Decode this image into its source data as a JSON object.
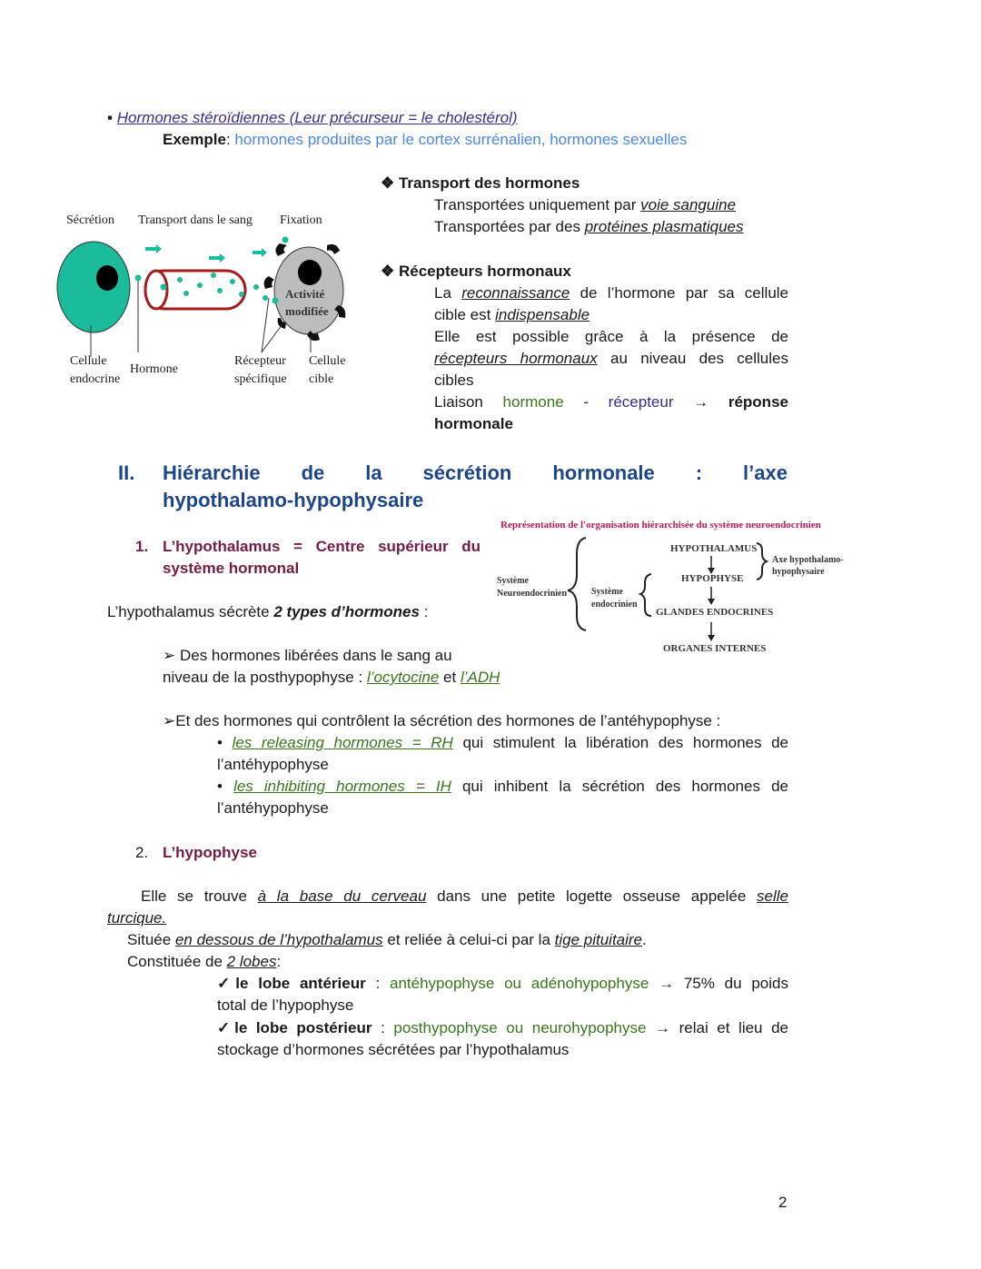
{
  "steroid": {
    "bullet": "▪",
    "title": "Hormones stéroïdiennes (Leur précurseur = le cholestérol)",
    "example_label": "Exemple",
    "example_sep": ":",
    "example_text": "hormones produites par le cortex surrénalien, hormones sexuelles"
  },
  "figure1": {
    "secretion": "Sécrétion",
    "transport": "Transport dans le sang",
    "fixation": "Fixation",
    "activite1": "Activité",
    "activite2": "modifiée",
    "cellule_endocrine1": "Cellule",
    "cellule_endocrine2": "endocrine",
    "hormone": "Hormone",
    "recepteur1": "Récepteur",
    "recepteur2": "spécifique",
    "cellule_cible1": "Cellule",
    "cellule_cible2": "cible"
  },
  "transport": {
    "title": "Transport des hormones",
    "l1_pre": "Transportées uniquement par ",
    "l1_u": "voie sanguine",
    "l2_pre": "Transportées par des ",
    "l2_u": "protéines plasmatiques"
  },
  "recepteurs": {
    "title": "Récepteurs hormonaux",
    "l1_a": "La",
    "l1_u": "reconnaissance",
    "l1_b": "de l’hormone par sa cellule",
    "l2_a": "cible est ",
    "l2_u": "indispensable",
    "l3": "Elle est possible grâce à la présence de",
    "l4_u": "récepteurs hormonaux",
    "l4_b": "au niveau des cellules",
    "l5": "cibles",
    "l6_a": "Liaison",
    "l6_h": "hormone",
    "l6_dash": "-",
    "l6_r": "récepteur",
    "l6_arrow": "→",
    "l6_rep": "réponse",
    "l7": "hormonale"
  },
  "section2": {
    "num": "II.",
    "w1": "Hiérarchie",
    "w2": "de",
    "w3": "la",
    "w4": "sécrétion",
    "w5": "hormonale",
    "w6": ":",
    "w7": "l’axe",
    "line2": "hypothalamo-hypophysaire"
  },
  "figure2": {
    "title": "Représentation de l'organisation hiérarchisée du système neuroendocrinien",
    "systeme_neuro1": "Système",
    "systeme_neuro2": "Neuroendocrinien",
    "systeme_endo1": "Système",
    "systeme_endo2": "endocrinien",
    "hypothalamus": "HYPOTHALAMUS",
    "hypophyse": "HYPOPHYSE",
    "glandes": "GLANDES ENDOCRINES",
    "organes": "ORGANES INTERNES",
    "axe1": "Axe hypothalamo-",
    "axe2": "hypophysaire"
  },
  "sub1": {
    "num": "1.",
    "title1_a": "L’hypothalamus",
    "title1_b": "=",
    "title1_c": "Centre",
    "title1_d": "supérieur",
    "title1_e": "du",
    "title2": "système hormonal"
  },
  "hypothal": {
    "intro_a": "L’hypothalamus sécrète ",
    "intro_b": "2 types d’hormones",
    "intro_c": " :",
    "b1_arrow": "➢",
    "b1_l1": " Des hormones libérées dans le sang au",
    "b1_l2_a": "niveau de la posthypophyse : ",
    "b1_l2_u1": "l’ocytocine",
    "b1_l2_et": " et ",
    "b1_l2_u2": "l’ADH",
    "b2_arrow": "➢",
    "b2_l1": "Et des hormones qui contrôlent la sécrétion des hormones de l’antéhypophyse :",
    "rh_dot": "•",
    "rh_u": "les releasing hormones = RH",
    "rh_rest": "qui stimulent la libération des hormones de",
    "rh_l2": "l’antéhypophyse",
    "ih_dot": "•",
    "ih_u": "les inhibiting hormones = IH",
    "ih_rest": "qui inhibent la sécrétion des hormones de",
    "ih_l2": "l’antéhypophyse"
  },
  "sub2": {
    "num": "2.",
    "title": "L’hypophyse"
  },
  "hypophyse": {
    "p1_a": "Elle se trouve ",
    "p1_u1": "à la base du cerveau",
    "p1_b": " dans une petite logette osseuse appelée ",
    "p1_u2": "selle",
    "p1_l2": "turcique.",
    "p2_a": "Située ",
    "p2_u1": "en dessous de l’hypothalamus",
    "p2_b": " et reliée à celui-ci par la ",
    "p2_u2": "tige pituitaire",
    "p2_c": ".",
    "p3_a": "Constituée de ",
    "p3_u": "2 lobes",
    "p3_b": ":",
    "ant_check": "✓",
    "ant_label": "le lobe antérieur",
    "ant_sep": " : ",
    "ant_green": "antéhypophyse ou adénohypophyse",
    "ant_rest": " → 75% du poids",
    "ant_l2": "total de l’hypophyse",
    "post_check": "✓",
    "post_label": "le lobe postérieur",
    "post_sep": " : ",
    "post_green": "posthypophyse ou neurohypophyse",
    "post_rest": " → relai et lieu de",
    "post_l2": "stockage d’hormones sécrétées par l’hypothalamus"
  },
  "page_number": "2",
  "colors": {
    "purple": "#3d2a86",
    "blue": "#4a86e8",
    "green": "#38761d",
    "maroon": "#741b47",
    "navy": "#1c4587",
    "cell_green": "#1abc9c",
    "tube_red": "#a61c1c"
  }
}
